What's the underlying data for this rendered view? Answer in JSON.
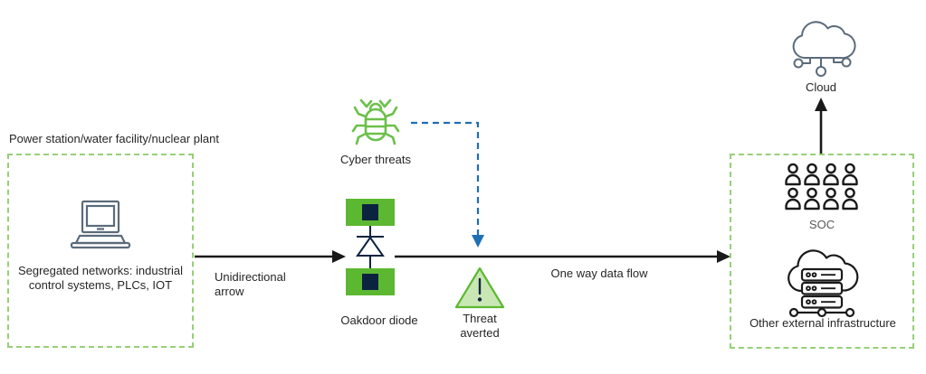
{
  "colors": {
    "green": "#5CB831",
    "lightGreenBorder": "#97D077",
    "bugGreen": "#6CC04A",
    "triangleFill": "#C9E7B5",
    "navy": "#0C2340",
    "blue": "#1F6EB5",
    "iconGray": "#5B6B7B",
    "iconDark": "#1A1A1A",
    "text": "#262626",
    "socText": "#595959"
  },
  "left_zone": {
    "title": "Power station/water facility/nuclear plant",
    "caption": "Segregated networks: industrial control systems, PLCs, IOT"
  },
  "flow": {
    "unidirectional_label": "Unidirectional arrow",
    "diode_label": "Oakdoor diode",
    "one_way_label": "One way data flow"
  },
  "threats": {
    "cyber_label": "Cyber threats",
    "averted_label": "Threat averted"
  },
  "right_zone": {
    "soc_label": "SOC",
    "infrastructure_label": "Other external infrastructure"
  },
  "cloud": {
    "label": "Cloud"
  },
  "icons": {
    "laptop": "laptop-icon",
    "bug": "bug-icon",
    "warning_triangle": "warning-triangle-icon",
    "diode": "diode-symbol-icon",
    "soc_team": "soc-team-icon",
    "server_cloud": "server-cloud-icon",
    "cloud": "cloud-icon"
  }
}
